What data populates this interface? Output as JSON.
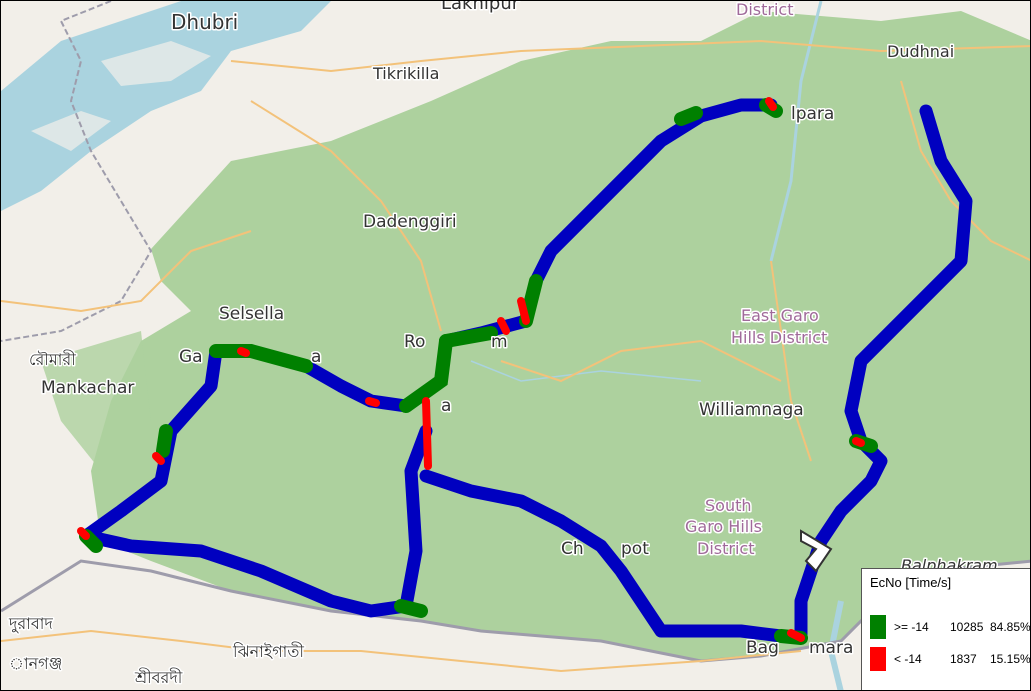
{
  "map": {
    "labels": {
      "dhubri": "Dhubri",
      "lakhipur": "Lakhipur",
      "district_top": "District",
      "dudhnai": "Dudhnai",
      "tikrikilla": "Tikrikilla",
      "dadenggiri": "Dadenggiri",
      "selsella": "Selsella",
      "roumari": "রৌমারী",
      "mankachar": "Mankachar",
      "ga": "Ga",
      "a_frag": "a",
      "ro": "Ro",
      "gram": "m",
      "dot_a": "a",
      "east_garo_1": "East Garo",
      "east_garo_2": "Hills District",
      "williamnagar": "Williamnaga",
      "south_garo_1": "South",
      "south_garo_2": "Garo Hills",
      "south_garo_3": "District",
      "chokpot_a": "Ch",
      "chokpot_b": "pot",
      "balphakram": "Balphakram",
      "alpara": "lpara",
      "durabad": "দুরাবাদ",
      "nalganj": "ানগঞ্জ",
      "jhinaigati": "ঝিনাইগাতী",
      "sreebordi": "শ্রীবরদী",
      "baghmara_a": "Bag",
      "baghmara_b": "mara"
    },
    "colors": {
      "land": "#f2efe9",
      "forest": "#add19e",
      "water": "#aad3df",
      "track_good": "#0000c0",
      "pass": "#008000",
      "fail": "#ff0000",
      "border": "#9e9cab"
    }
  },
  "legend": {
    "title": "EcNo [Time/s]",
    "rows": [
      {
        "label": ">= -14",
        "count": "10285",
        "percent": "84.85%",
        "color": "#008000"
      },
      {
        "label": "< -14",
        "count": "1837",
        "percent": "15.15%",
        "color": "#ff0000"
      }
    ]
  }
}
